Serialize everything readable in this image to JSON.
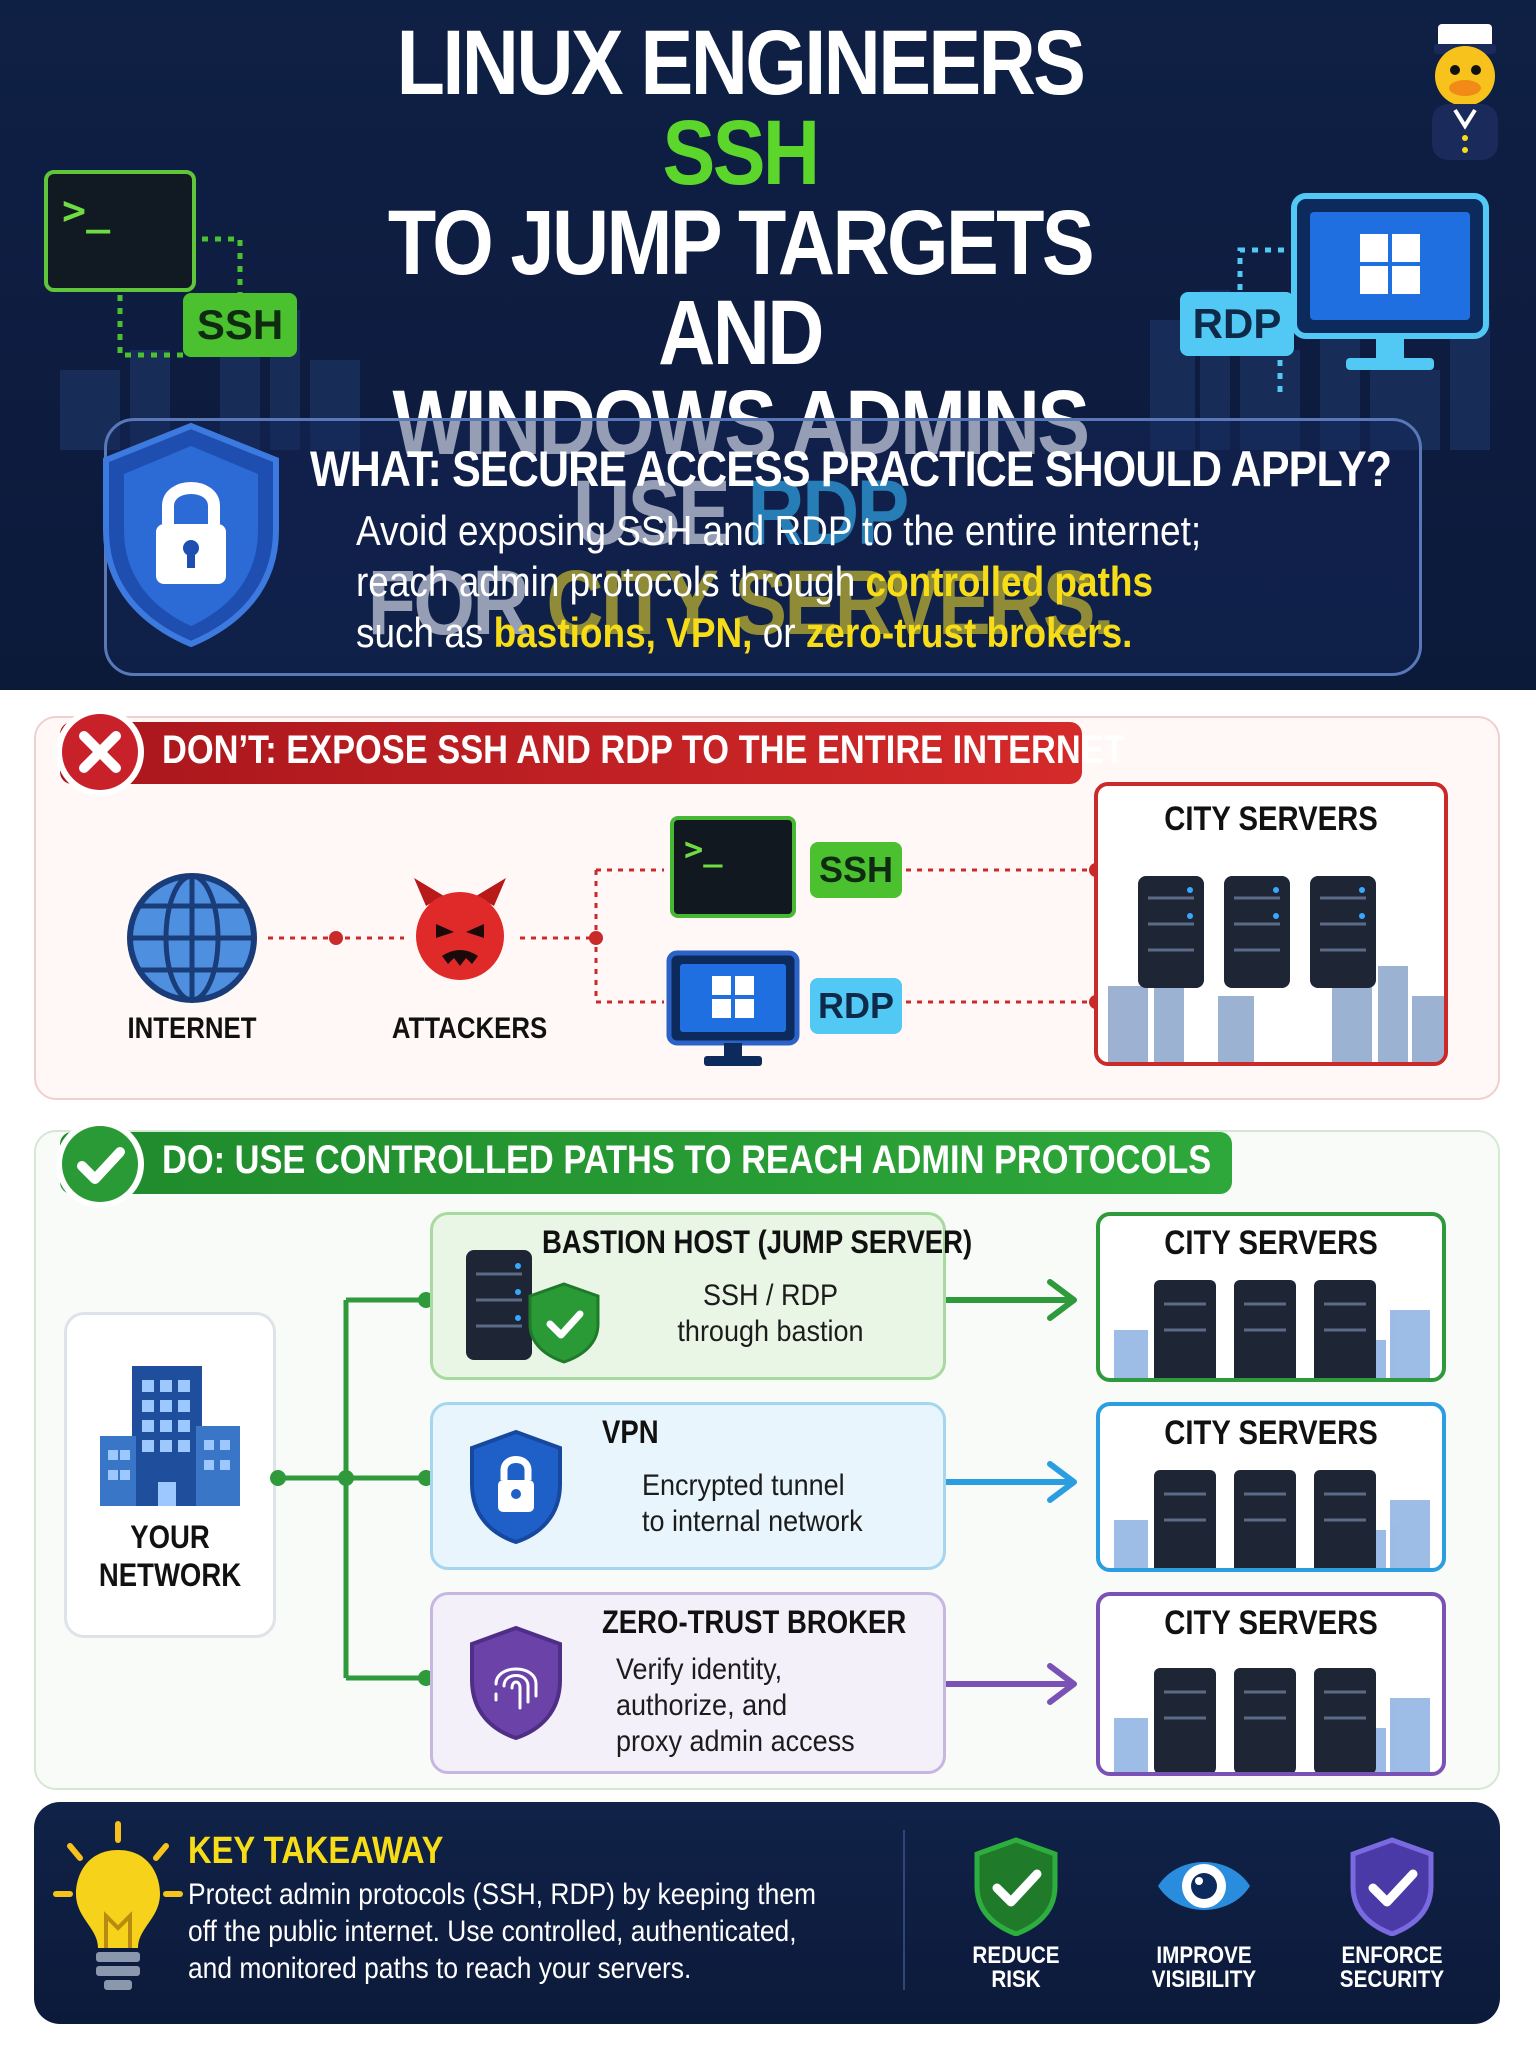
{
  "header": {
    "title_line1_a": "LINUX ENGINEERS ",
    "title_line1_b": "SSH",
    "title_line2": "TO JUMP TARGETS AND",
    "title_line3_a": "WINDOWS ADMINS USE ",
    "title_line3_b": "RDP",
    "title_line4_a": "FOR ",
    "title_line4_b": "CITY SERVERS.",
    "ssh_tag": "SSH",
    "rdp_tag": "RDP",
    "terminal_prompt": ">_"
  },
  "question": {
    "title": "WHAT: SECURE ACCESS PRACTICE SHOULD APPLY?",
    "line1": "Avoid exposing SSH and RDP to the entire internet;",
    "line2_a": "reach admin protocols through ",
    "line2_b": "controlled paths",
    "line3_a": "such as ",
    "line3_b": "bastions, VPN,",
    "line3_c": " or ",
    "line3_d": "zero-trust brokers."
  },
  "dont": {
    "banner": "DON’T: EXPOSE SSH AND RDP TO THE ENTIRE INTERNET",
    "internet_label": "INTERNET",
    "attackers_label": "ATTACKERS",
    "ssh_tag": "SSH",
    "rdp_tag": "RDP",
    "terminal_prompt": ">_",
    "city_title": "CITY SERVERS"
  },
  "do": {
    "banner": "DO: USE CONTROLLED PATHS TO REACH ADMIN PROTOCOLS",
    "your_network_line1": "YOUR",
    "your_network_line2": "NETWORK",
    "paths": [
      {
        "title": "BASTION HOST (JUMP SERVER)",
        "desc1": "SSH / RDP",
        "desc2": "through bastion",
        "desc3": "",
        "city": "CITY SERVERS"
      },
      {
        "title": "VPN",
        "desc1": "Encrypted tunnel",
        "desc2": "to internal network",
        "desc3": "",
        "city": "CITY SERVERS"
      },
      {
        "title": "ZERO-TRUST BROKER",
        "desc1": "Verify identity,",
        "desc2": "authorize, and",
        "desc3": "proxy admin access",
        "city": "CITY SERVERS"
      }
    ]
  },
  "footer": {
    "title": "KEY TAKEAWAY",
    "line1": "Protect admin protocols (SSH, RDP) by keeping them",
    "line2": "off the public internet. Use controlled, authenticated,",
    "line3": "and monitored paths to reach your servers.",
    "badges": [
      {
        "line1": "REDUCE RISK",
        "line2": "",
        "icon": "shield-check-icon"
      },
      {
        "line1": "IMPROVE",
        "line2": "VISIBILITY",
        "icon": "eye-icon"
      },
      {
        "line1": "ENFORCE",
        "line2": "SECURITY",
        "icon": "shield-check-icon"
      }
    ]
  },
  "colors": {
    "navy": "#0f2045",
    "green": "#5dd62c",
    "blue": "#38c4ff",
    "yellow": "#f6dd18",
    "red": "#c92a2a",
    "do_green": "#2e9a3b",
    "vpn_blue": "#2a9ee0",
    "zt_purple": "#7a52b5"
  }
}
